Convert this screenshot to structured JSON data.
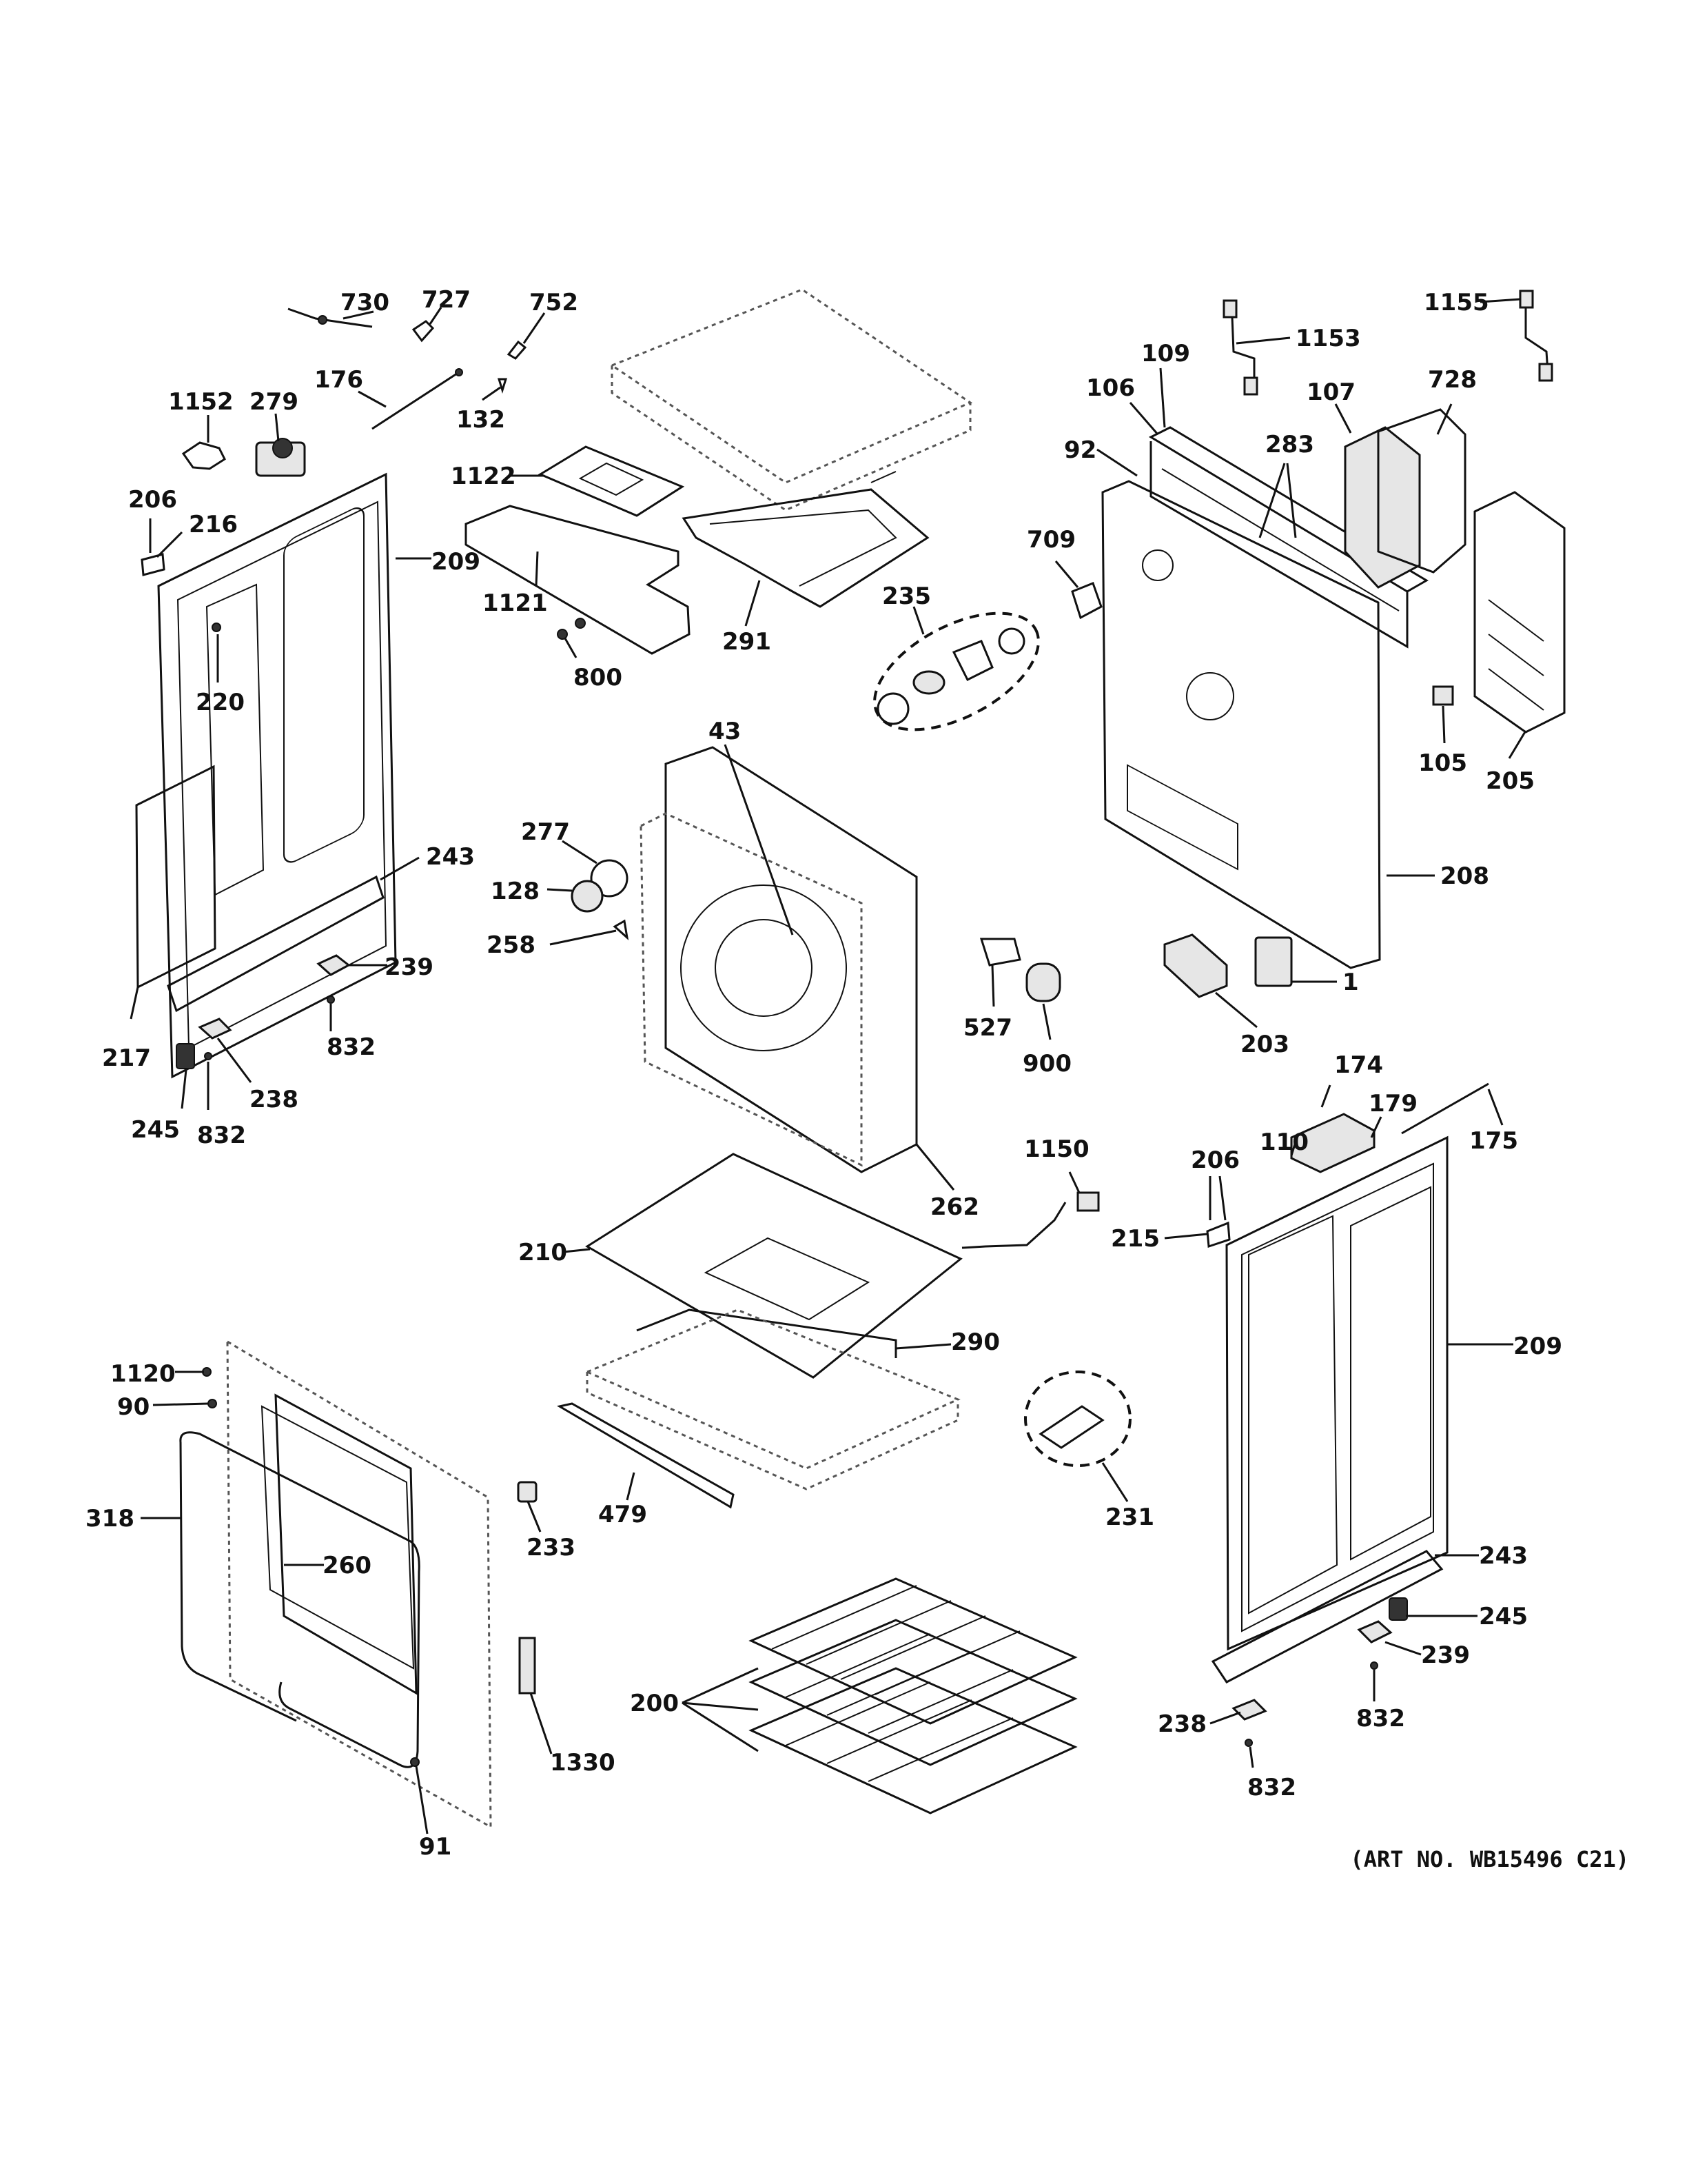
{
  "art_number": "(ART NO. WB15496 C21)",
  "callouts": {
    "c730": "730",
    "c727": "727",
    "c752": "752",
    "c176": "176",
    "c132": "132",
    "c1152": "1152",
    "c279": "279",
    "c206a": "206",
    "c216": "216",
    "c209a": "209",
    "c220": "220",
    "c217": "217",
    "c243a": "243",
    "c239a": "239",
    "c832a": "832",
    "c245a": "245",
    "c832b": "832",
    "c238a": "238",
    "c1122": "1122",
    "c1121": "1121",
    "c800": "800",
    "c291": "291",
    "c235": "235",
    "c43": "43",
    "c277": "277",
    "c128": "128",
    "c258": "258",
    "c262": "262",
    "c527": "527",
    "c900": "900",
    "c1153": "1153",
    "c1155": "1155",
    "c109": "109",
    "c106": "106",
    "c107": "107",
    "c728": "728",
    "c92": "92",
    "c283": "283",
    "c709": "709",
    "c105": "105",
    "c205": "205",
    "c208": "208",
    "c203": "203",
    "c1": "1",
    "c174": "174",
    "c110": "110",
    "c179": "179",
    "c175": "175",
    "c206b": "206",
    "c215": "215",
    "c1150": "1150",
    "c210": "210",
    "c290": "290",
    "c209b": "209",
    "c231": "231",
    "c479": "479",
    "c233": "233",
    "c1120": "1120",
    "c90": "90",
    "c318": "318",
    "c260": "260",
    "c1330": "1330",
    "c91": "91",
    "c200": "200",
    "c243b": "243",
    "c245b": "245",
    "c239b": "239",
    "c832c": "832",
    "c238b": "238",
    "c832d": "832"
  }
}
